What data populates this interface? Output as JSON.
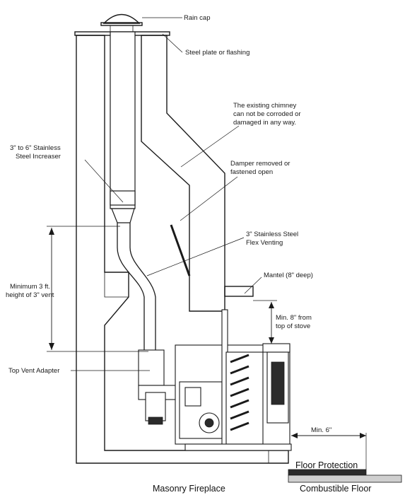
{
  "labels": {
    "rain_cap": "Rain cap",
    "steel_plate": "Steel plate or flashing",
    "existing_chimney": [
      "The existing chimney",
      "can not be corroded or",
      "damaged in any way."
    ],
    "increaser": [
      "3\" to 6\" Stainless",
      "Steel Increaser"
    ],
    "damper": [
      "Damper removed or",
      "fastened open"
    ],
    "flex_venting": [
      "3\" Stainless Steel",
      "Flex Venting"
    ],
    "mantel": "Mantel (8\" deep)",
    "minimum_height": [
      "Minimum 3 ft.",
      "height of 3\" vent"
    ],
    "min_8": [
      "Min. 8\" from",
      "top of stove"
    ],
    "top_vent_adapter": "Top Vent Adapter",
    "min_6": "Min. 6\"",
    "floor_protection": "Floor Protection",
    "masonry_fireplace": "Masonry Fireplace",
    "combustible_floor": "Combustible Floor"
  }
}
